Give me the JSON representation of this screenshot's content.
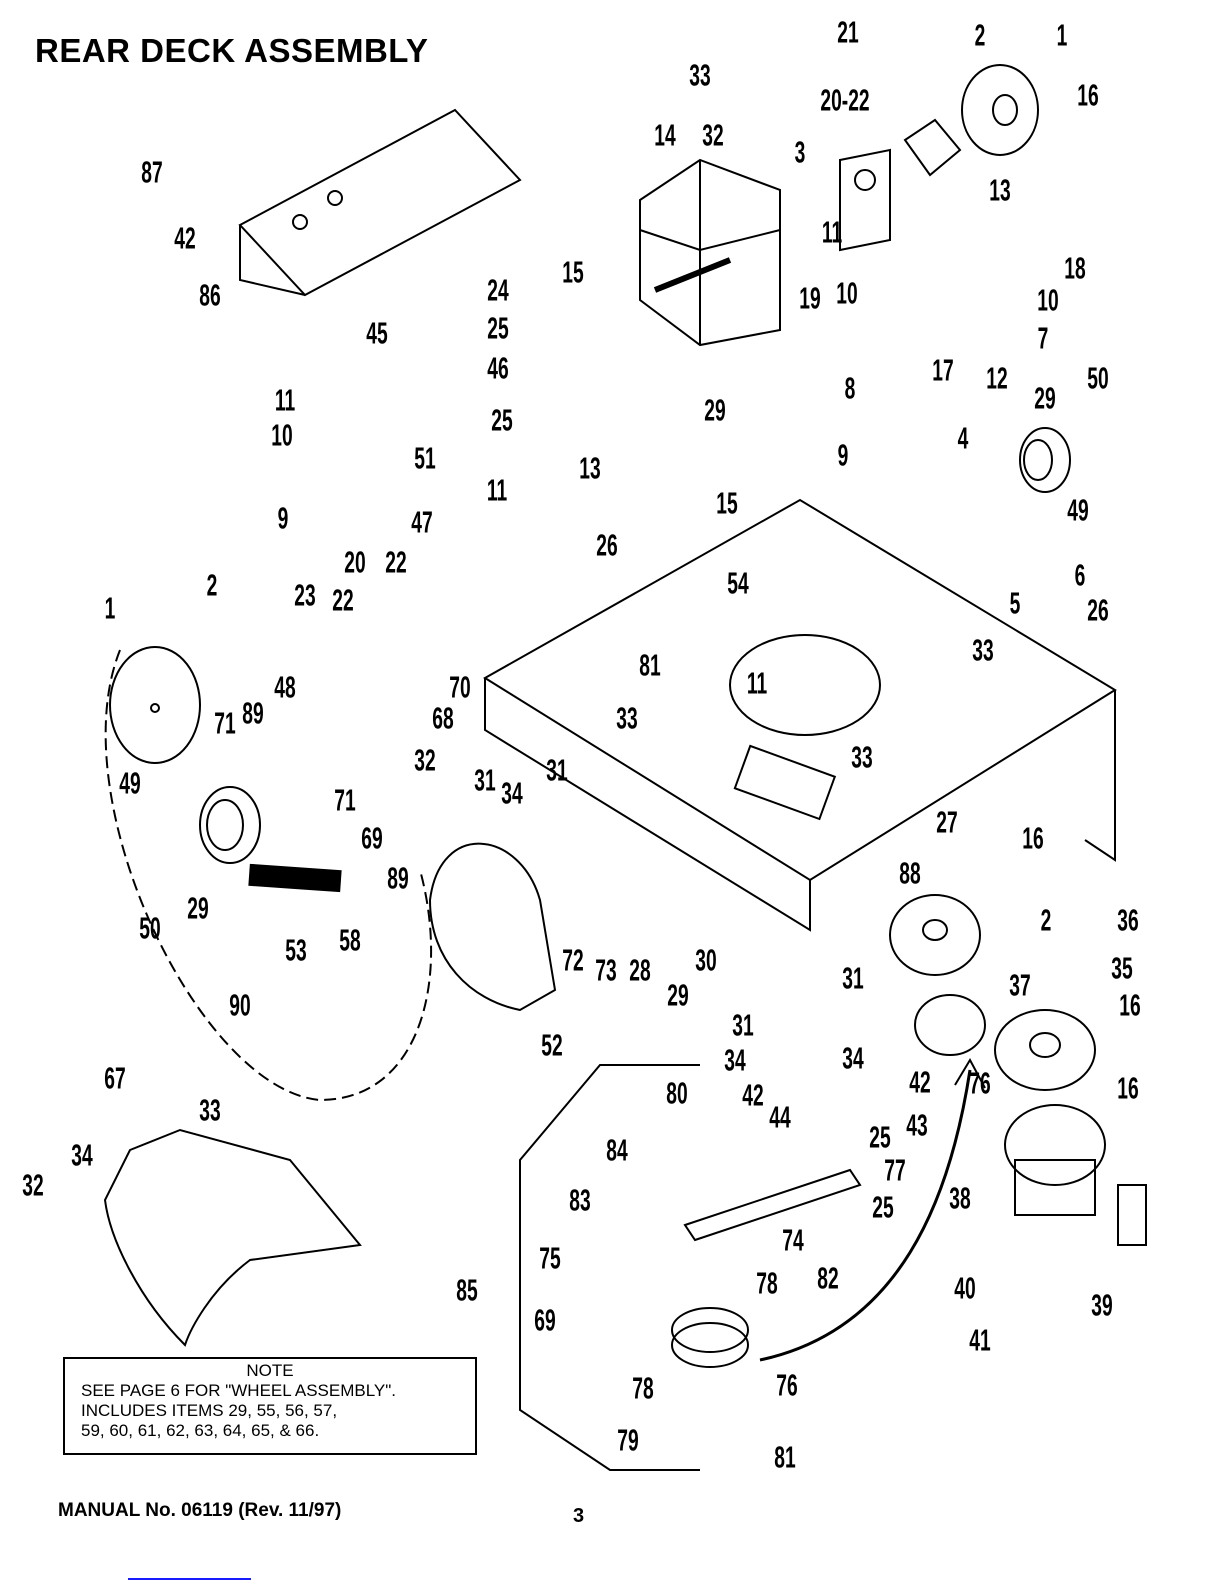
{
  "title": "REAR DECK ASSEMBLY",
  "callouts": [
    "21",
    "2",
    "1",
    "33",
    "20-22",
    "16",
    "14",
    "32",
    "3",
    "13",
    "87",
    "42",
    "86",
    "11",
    "18",
    "15",
    "19",
    "10",
    "10",
    "24",
    "25",
    "45",
    "46",
    "7",
    "17",
    "12",
    "50",
    "8",
    "29",
    "11",
    "25",
    "29",
    "10",
    "9",
    "51",
    "4",
    "13",
    "11",
    "15",
    "49",
    "9",
    "47",
    "26",
    "20",
    "22",
    "54",
    "6",
    "2",
    "23",
    "22",
    "5",
    "26",
    "1",
    "33",
    "81",
    "70",
    "11",
    "48",
    "89",
    "71",
    "68",
    "33",
    "33",
    "32",
    "31",
    "31",
    "34",
    "49",
    "71",
    "27",
    "16",
    "69",
    "88",
    "89",
    "50",
    "29",
    "2",
    "36",
    "53",
    "58",
    "72",
    "73",
    "28",
    "29",
    "30",
    "35",
    "31",
    "37",
    "16",
    "90",
    "31",
    "52",
    "34",
    "34",
    "42",
    "76",
    "67",
    "16",
    "80",
    "42",
    "44",
    "25",
    "43",
    "33",
    "34",
    "32",
    "84",
    "77",
    "38",
    "83",
    "25",
    "74",
    "75",
    "78",
    "82",
    "40",
    "85",
    "39",
    "69",
    "41",
    "78",
    "76",
    "79",
    "81"
  ],
  "note": {
    "heading": "NOTE",
    "line1": "SEE PAGE 6 FOR \"WHEEL ASSEMBLY\".",
    "line2": "INCLUDES ITEMS 29, 55, 56, 57,",
    "line3": "59, 60, 61, 62, 63, 64, 65, & 66."
  },
  "footer": {
    "manual": "MANUAL No. 06119 (Rev. 11/97)",
    "page": "3"
  }
}
